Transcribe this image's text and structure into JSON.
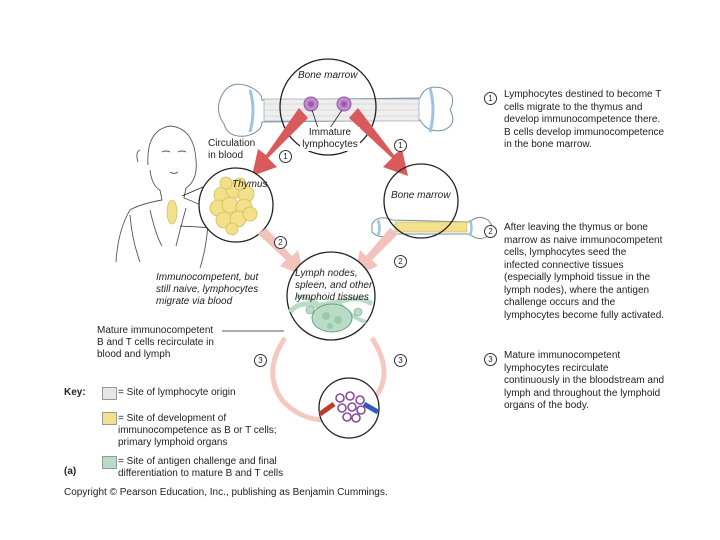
{
  "labels": {
    "bone_marrow_top": "Bone marrow",
    "immature": "Immature\nlymphocytes",
    "circulation": "Circulation\nin blood",
    "thymus": "Thymus",
    "bone_marrow_right": "Bone marrow",
    "immunocompetent": "Immunocompetent, but\nstill naive, lymphocytes\nmigrate via blood",
    "lymph_nodes": "Lymph nodes,\nspleen, and other\nlymphoid tissues",
    "mature": "Mature immunocompetent\nB and T cells recirculate in\nblood and lymph"
  },
  "markers": {
    "one": "1",
    "two": "2",
    "three": "3"
  },
  "steps": [
    {
      "num": "1",
      "text": "Lymphocytes destined to become T\ncells migrate to the thymus and\ndevelop immunocompetence there.\nB cells develop immunocompetence\nin the bone marrow."
    },
    {
      "num": "2",
      "text": "After leaving the thymus or bone\nmarrow as naive immunocompetent\ncells, lymphocytes seed the\ninfected connective tissues\n(especially lymphoid tissue in the\nlymph nodes), where the antigen\nchallenge occurs and the\nlymphocytes become fully activated."
    },
    {
      "num": "3",
      "text": "Mature immunocompetent\nlymphocytes recirculate\ncontinuously in the bloodstream and\nlymph and throughout the lymphoid\norgans of the body."
    }
  ],
  "key": {
    "title": "Key:",
    "items": [
      {
        "text": "= Site of lymphocyte origin",
        "color": "#e6e6e6"
      },
      {
        "text": "= Site of development of\nimmunocompetence as B or T cells;\nprimary lymphoid organs",
        "color": "#f3e08a"
      },
      {
        "text": "= Site of antigen challenge and final\ndifferentiation to mature B and T cells",
        "color": "#b9dcc6"
      }
    ]
  },
  "panel_label": "(a)",
  "copyright": "Copyright © Pearson Education, Inc., publishing as Benjamin Cummings.",
  "colors": {
    "arrow": "#d85a5a",
    "arrow_pale": "#f2c2bb",
    "ring": "#f6c9c0",
    "thymus_fill": "#f3e08a",
    "lymph_fill": "#b9dcc6",
    "bone": "#dfe9f2",
    "marrow_cell": "#c08ad0"
  }
}
